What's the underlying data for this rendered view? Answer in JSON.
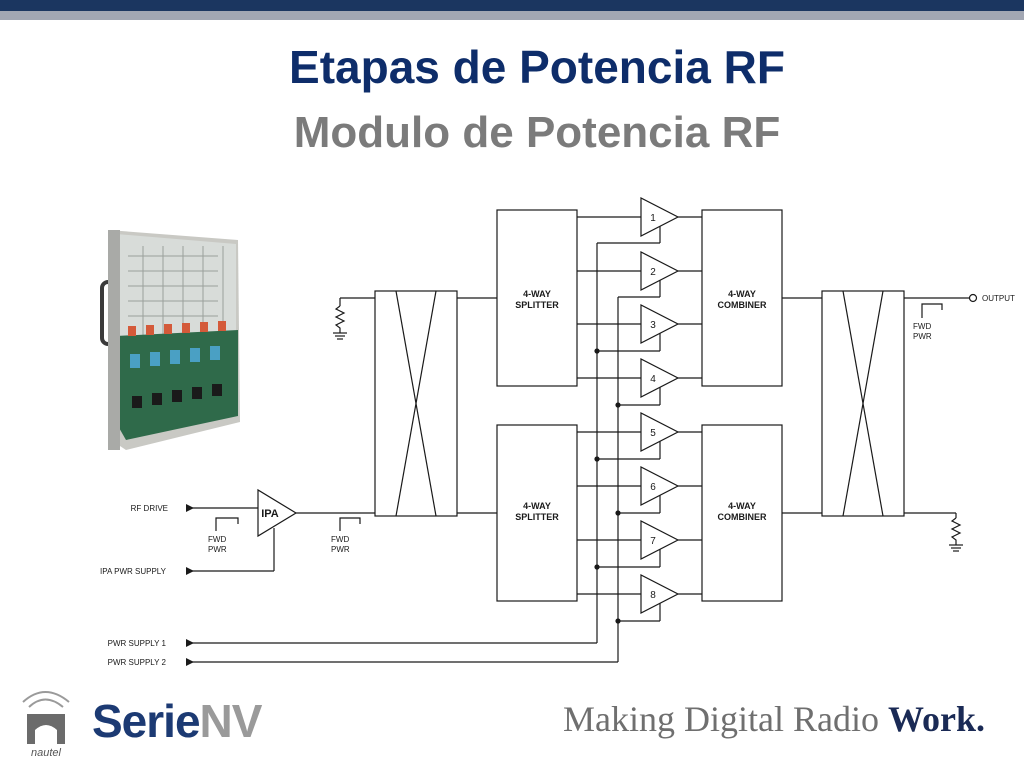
{
  "title": "Etapas de Potencia RF",
  "subtitle": "Modulo de Potencia RF",
  "diagram": {
    "splitter_label": [
      "4-WAY",
      "SPLITTER"
    ],
    "combiner_label": [
      "4-WAY",
      "COMBINER"
    ],
    "ipa_label": "IPA",
    "amplifiers": [
      "1",
      "2",
      "3",
      "4",
      "5",
      "6",
      "7",
      "8"
    ],
    "fwd_pwr": [
      "FWD",
      "PWR"
    ],
    "inputs": {
      "rf_drive": "RF DRIVE",
      "ipa_pwr_supply": "IPA PWR SUPPLY",
      "pwr_supply_1": "PWR SUPPLY 1",
      "pwr_supply_2": "PWR SUPPLY 2"
    },
    "output": "OUTPUT"
  },
  "footer": {
    "brand_main": "Serie",
    "brand_accent": "NV",
    "company": "nautel",
    "tagline_main": "Making Digital Radio",
    "tagline_bold": "Work."
  },
  "colors": {
    "title": "#0e2d6a",
    "subtitle": "#7b7b7b",
    "top_bar": "#1b3660",
    "sub_bar": "#a2a7b3"
  }
}
